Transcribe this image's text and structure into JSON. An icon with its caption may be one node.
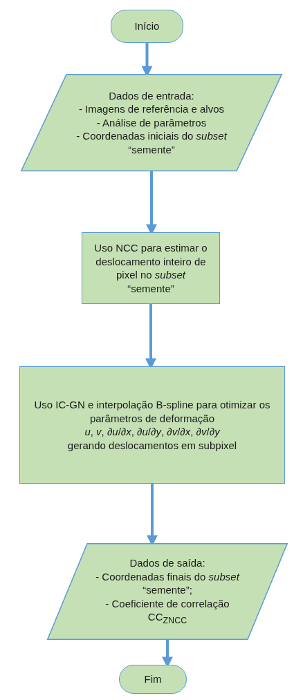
{
  "diagram": {
    "nodes": [
      {
        "text": [
          "Início"
        ]
      },
      {
        "text": [
          "Dados de entrada:",
          "- Imagens de referência e alvos",
          "- Análise de parâmetros",
          "- Coordenadas iniciais do *subset* “semente”"
        ]
      },
      {
        "text": [
          "Uso NCC para estimar o deslocamento inteiro de pixel no *subset* “semente”"
        ]
      },
      {
        "text": [
          "Uso IC-GN e interpolação B-spline para otimizar os parâmetros de deformação",
          "*u*, *v*, ∂*u*/∂*x*, ∂*u*/∂*y*, ∂*v*/∂*x*, ∂*v*/∂*y*",
          "gerando deslocamentos em subpixel"
        ]
      },
      {
        "text": [
          "Dados de saída:",
          "- Coordenadas finais do *subset* “semente”;",
          "- Coeficiente de correlação",
          "CC$_{ZNCC}$"
        ]
      },
      {
        "text": [
          "Fim"
        ]
      }
    ],
    "edges": [
      {
        "from": 0,
        "to": 1,
        "arrow": "to"
      },
      {
        "from": 1,
        "to": 2,
        "arrow": "to"
      },
      {
        "from": 2,
        "to": 3,
        "arrow": "to"
      },
      {
        "from": 3,
        "to": 4,
        "arrow": "to"
      },
      {
        "from": 4,
        "to": 5,
        "arrow": "to"
      }
    ]
  }
}
